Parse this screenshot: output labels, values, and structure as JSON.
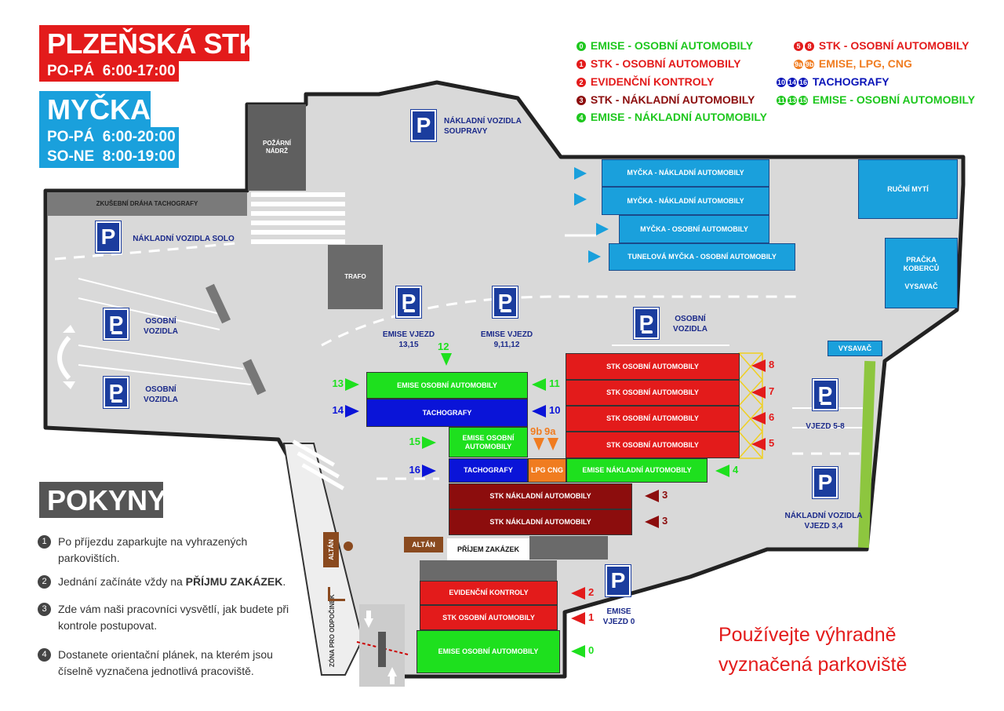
{
  "header": {
    "title": "PLZEŇSKÁ STK",
    "hours": "PO-PÁ  6:00-17:00",
    "wash_title": "MYČKA",
    "wash_hours_1": "PO-PÁ  6:00-20:00",
    "wash_hours_2": "SO-NE  8:00-19:00"
  },
  "legend": [
    {
      "key": "0",
      "text": "EMISE - OSOBNÍ AUTOMOBILY",
      "color": "#1ec71e"
    },
    {
      "key": "1",
      "text": "STK - OSOBNÍ AUTOMOBILY",
      "color": "#e31b1b"
    },
    {
      "key": "2",
      "text": "EVIDENČNÍ KONTROLY",
      "color": "#e31b1b"
    },
    {
      "key": "3",
      "text": "STK - NÁKLADNÍ AUTOMOBILY",
      "color": "#8c0d0d"
    },
    {
      "key": "4",
      "text": "EMISE - NÁKLADNÍ AUTOMOBILY",
      "color": "#1ec71e"
    },
    {
      "key": "5-8",
      "text": "STK - OSOBNÍ AUTOMOBILY",
      "color": "#e31b1b"
    },
    {
      "key": "9a,9b",
      "text": "EMISE, LPG, CNG",
      "color": "#f07c20"
    },
    {
      "key": "10,14,16",
      "text": "TACHOGRAFY",
      "color": "#0a14b8"
    },
    {
      "key": "11,13,15",
      "text": "EMISE - OSOBNÍ AUTOMOBILY",
      "color": "#1ec71e"
    }
  ],
  "map": {
    "tacho_track": "ZKUŠEBNÍ DRÁHA TACHOGRAFY",
    "fire_tank": "POŽÁRNÍ NÁDRŽ",
    "trafo": "TRAFO",
    "truck_parking_solo": "NÁKLADNÍ VOZIDLA SOLO",
    "truck_parking_trailer": "NÁKLADNÍ VOZIDLA SOUPRAVY",
    "car_parking_1": "OSOBNÍ VOZIDLA",
    "car_parking_2": "OSOBNÍ VOZIDLA",
    "car_parking_3": "OSOBNÍ VOZIDLA",
    "emise_entry_13_15": "EMISE VJEZD 13,15",
    "emise_entry_9_12": "EMISE VJEZD 9,11,12",
    "entry_5_8": "VJEZD 5-8",
    "truck_entry_3_4": "NÁKLADNÍ VOZIDLA VJEZD 3,4",
    "emise_entry_0": "EMISE VJEZD 0",
    "wash_1": "MYČKA - NÁKLADNÍ AUTOMOBILY",
    "wash_2": "MYČKA - NÁKLADNÍ AUTOMOBILY",
    "wash_3": "MYČKA - OSOBNÍ AUTOMOBILY",
    "wash_4": "TUNELOVÁ MYČKA - OSOBNÍ AUTOMOBILY",
    "hand_wash": "RUČNÍ MYTÍ",
    "carpet": "PRAČKA KOBERCŮ",
    "vacuum_1": "VYSAVAČ",
    "vacuum_2": "VYSAVAČ",
    "stk_car_8": "STK OSOBNÍ AUTOMOBILY",
    "stk_car_7": "STK OSOBNÍ AUTOMOBILY",
    "stk_car_6": "STK OSOBNÍ AUTOMOBILY",
    "stk_car_5": "STK OSOBNÍ AUTOMOBILY",
    "emise_11": "EMISE OSOBNÍ AUTOMOBILY",
    "tacho_10": "TACHOGRAFY",
    "emise_15": "EMISE OSOBNÍ AUTOMOBILY",
    "tacho_16": "TACHOGRAFY",
    "lpg": "LPG CNG",
    "emise_truck_4": "EMISE NÁKLADNÍ AUTOMOBILY",
    "stk_truck_a": "STK NÁKLADNÍ AUTOMOBILY",
    "stk_truck_b": "STK NÁKLADNÍ AUTOMOBILY",
    "altan_1": "ALTÁN",
    "altan_2": "ALTÁN",
    "reception": "PŘÍJEM ZAKÁZEK",
    "evidence": "EVIDENČNÍ KONTROLY",
    "stk_car_1": "STK OSOBNÍ AUTOMOBILY",
    "emise_car_0": "EMISE OSOBNÍ AUTOMOBILY",
    "rest_zone": "ZÓNA PRO ODPOČINEK",
    "park_letter": "P"
  },
  "arrows": {
    "a8": "8",
    "a7": "7",
    "a6": "6",
    "a5": "5",
    "a4": "4",
    "a3a": "3",
    "a3b": "3",
    "a2": "2",
    "a1": "1",
    "a0": "0",
    "a12": "12",
    "a13": "13",
    "a11": "11",
    "a14": "14",
    "a10": "10",
    "a15": "15",
    "a16": "16",
    "a9b": "9b",
    "a9a": "9a"
  },
  "instructions": {
    "title": "POKYNY",
    "items": [
      {
        "n": "1",
        "text": "Po příjezdu zaparkujte na vyhrazených parkovištích."
      },
      {
        "n": "2",
        "text_pre": "Jednání začínáte vždy na ",
        "text_bold": "PŘÍJMU ZAKÁZEK",
        "text_post": "."
      },
      {
        "n": "3",
        "text": "Zde vám naši pracovníci vysvětlí, jak budete při kontrole postupovat."
      },
      {
        "n": "4",
        "text": "Dostanete orientační plánek, na kterém jsou číselně vyznačena jednotlivá pracoviště."
      }
    ]
  },
  "notice": {
    "line1": "Používejte výhradně",
    "line2": "vyznačená parkoviště"
  },
  "colors": {
    "stk_red": "#e31b1b",
    "emise_green": "#1ee01e",
    "tacho_blue": "#0a14d8",
    "truck_darkred": "#8c0d0d",
    "lpg_orange": "#f07c20",
    "wash_cyan": "#1aa0dc"
  }
}
